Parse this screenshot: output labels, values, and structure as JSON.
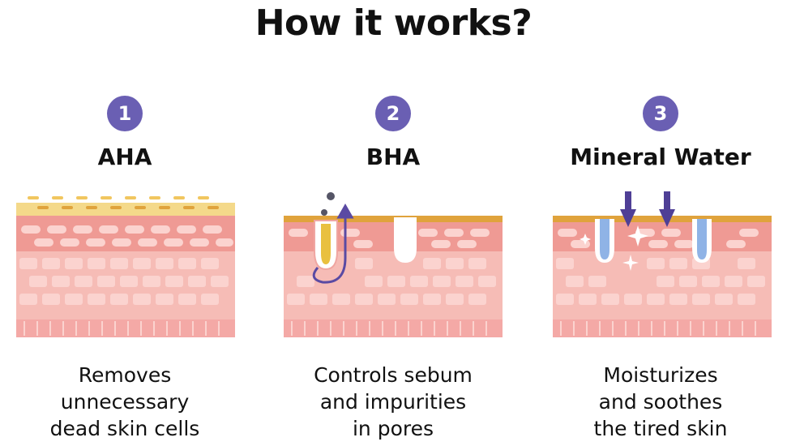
{
  "title": "How it works?",
  "steps": [
    {
      "number": "1",
      "name": "AHA",
      "description_lines": [
        "Removes",
        "unnecessary",
        "dead skin cells"
      ]
    },
    {
      "number": "2",
      "name": "BHA",
      "description_lines": [
        "Controls sebum",
        "and impurities",
        "in pores"
      ]
    },
    {
      "number": "3",
      "name": "Mineral Water",
      "description_lines": [
        "Moisturizes",
        "and soothes",
        "the tired skin"
      ]
    }
  ],
  "colors": {
    "badge": "#6a5fb3",
    "skin_top": "#ef9a94",
    "skin_mid": "#f6bcb6",
    "skin_cells": "#fbd3cf",
    "skin_base": "#f4a9a6",
    "surface_gold": "#e0a33c",
    "flake": "#f1c65f",
    "sebum": "#e9c03f",
    "water": "#8fb3e6",
    "arrow": "#5a4aa3"
  },
  "icons": [
    "dead-skin-flakes-icon",
    "pore-with-sebum-icon",
    "clean-pore-icon",
    "exfoliation-arrow-icon",
    "impurity-particle-icon",
    "water-drop-icon",
    "sparkle-icon",
    "down-arrow-icon"
  ]
}
